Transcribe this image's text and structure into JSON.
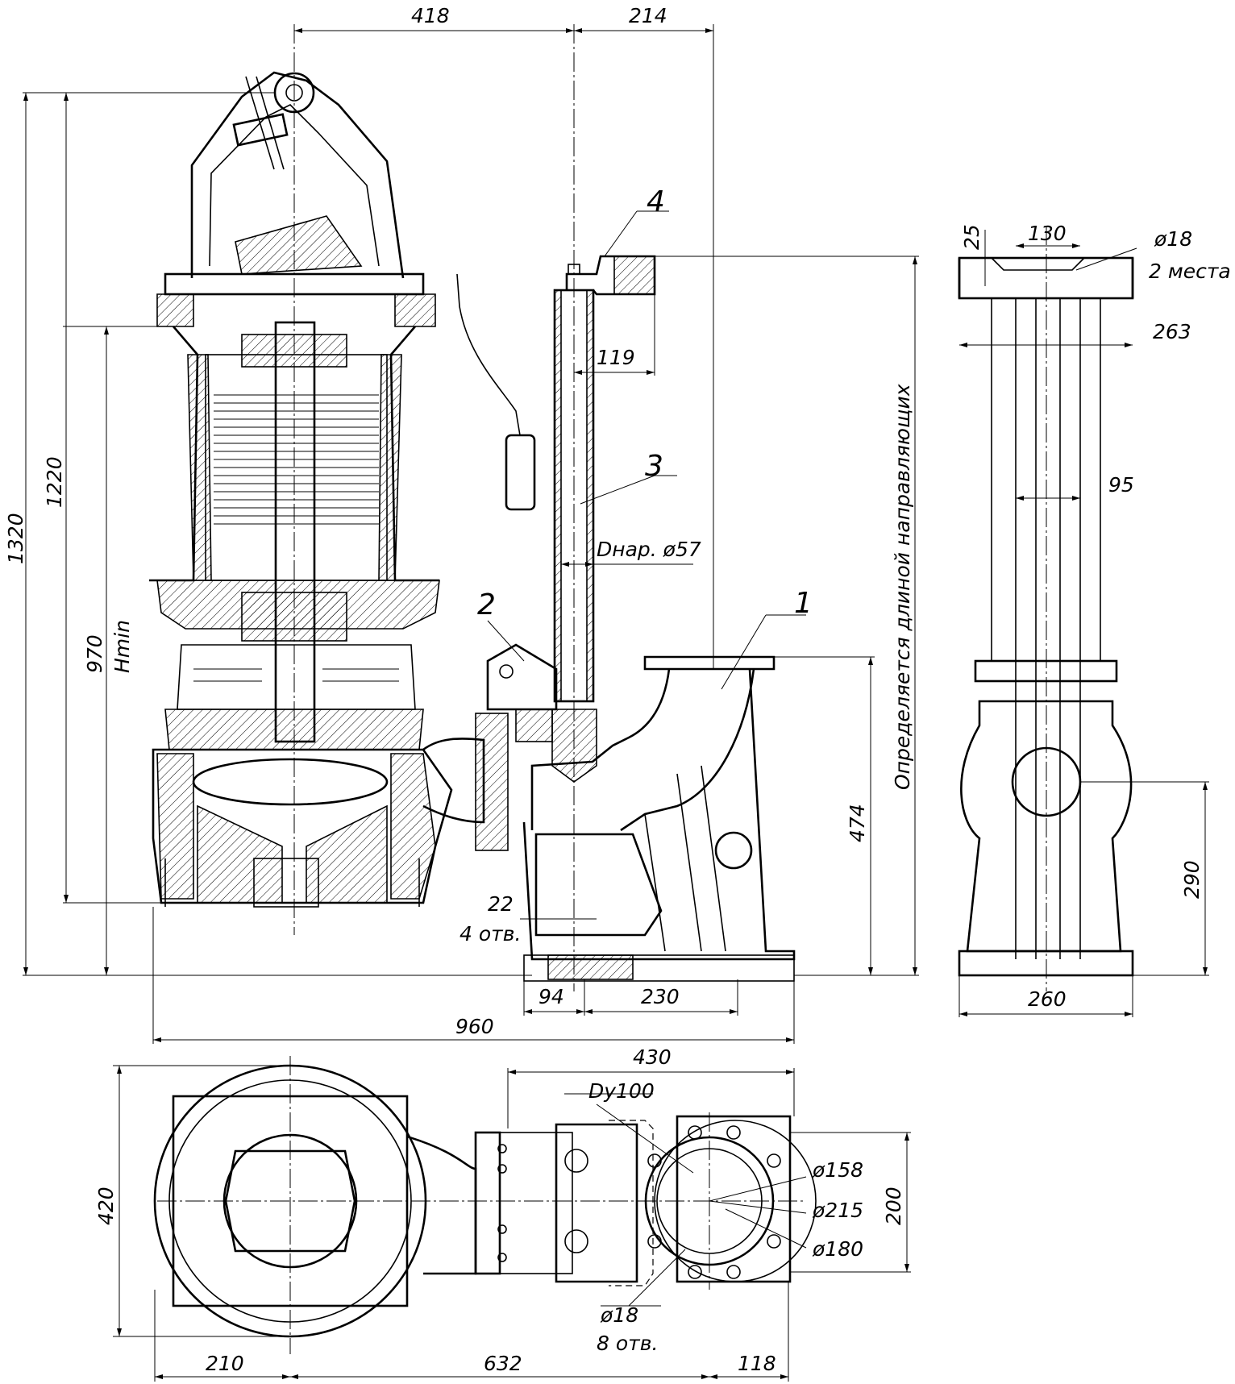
{
  "dimensions": {
    "top_418": "418",
    "top_214": "214",
    "height_1320": "1320",
    "height_1220": "1220",
    "height_970": "970",
    "hmin": "Hmin",
    "width_25": "25",
    "width_130": "130",
    "hole_18": "ø18",
    "hole_18_count": "2 места",
    "width_263": "263",
    "guide_119": "119",
    "guide_95": "95",
    "pipe_outer": "Dнар. ø57",
    "height_474": "474",
    "height_290": "290",
    "hole_22": "22",
    "hole_22_count": "4 отв.",
    "width_94": "94",
    "width_230": "230",
    "width_960": "960",
    "width_260": "260",
    "width_430": "430",
    "dn": "Dy100",
    "dia_158": "ø158",
    "dia_215": "ø215",
    "dia_180": "ø180",
    "height_200": "200",
    "height_420": "420",
    "hole_18b": "ø18",
    "hole_18b_count": "8 отв.",
    "width_210": "210",
    "width_632": "632",
    "width_118": "118"
  },
  "callouts": {
    "item_1": "1",
    "item_2": "2",
    "item_3": "3",
    "item_4": "4"
  },
  "notes": {
    "guide_length": "Определяется длиной направляющих"
  },
  "colors": {
    "line": "#000000",
    "background": "#ffffff"
  }
}
